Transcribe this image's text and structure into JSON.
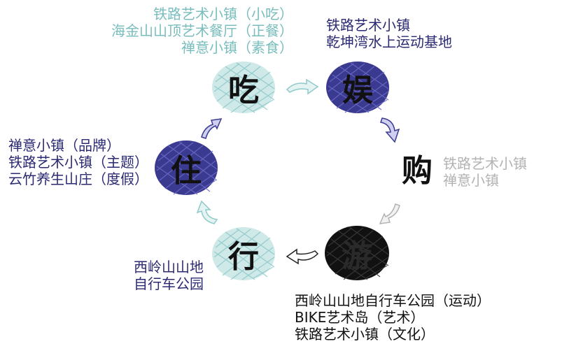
{
  "colors": {
    "teal": "#79bdbd",
    "navy": "#2b2a72",
    "gray": "#b3b3b3",
    "black": "#111111",
    "teal_fill": "#cfe8e8",
    "navy_fill": "#3b3a91",
    "gray_fill": "#e0e0e0"
  },
  "nodes": {
    "eat": "吃",
    "play": "娱",
    "shop": "购",
    "travel": "游",
    "transport": "行",
    "stay": "住"
  },
  "notes": {
    "eat": [
      "铁路艺术小镇（小吃）",
      "海金山山顶艺术餐厅（正餐）",
      "禅意小镇（素食）"
    ],
    "play": [
      "铁路艺术小镇",
      "乾坤湾水上运动基地"
    ],
    "shop": [
      "铁路艺术小镇",
      "禅意小镇"
    ],
    "travel": [
      "西岭山山地自行车公园（运动）",
      "BIKE艺术岛（艺术）",
      "铁路艺术小镇（文化）"
    ],
    "transport": [
      "西岭山山地",
      "自行车公园"
    ],
    "stay": [
      "禅意小镇（品牌）",
      "铁路艺术小镇（主题）",
      "云竹养生山庄（度假）"
    ]
  },
  "icons": [
    "scribble-arrow-icon"
  ]
}
